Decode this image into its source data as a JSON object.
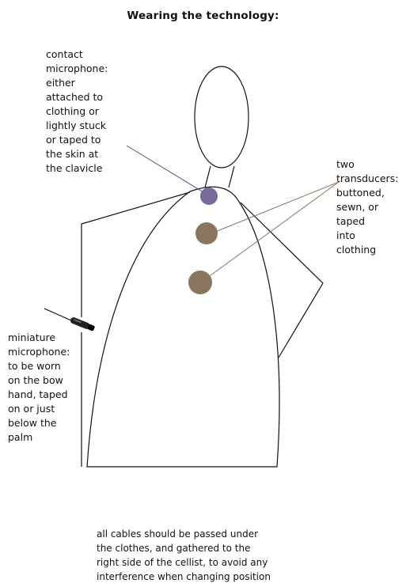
{
  "title": "Wearing the technology:",
  "labels": {
    "contact_mic": [
      "contact",
      "microphone:",
      "either",
      "attached to",
      "clothing or",
      "lightly stuck",
      "or taped to",
      "the skin at",
      "the clavicle"
    ],
    "transducers": [
      "two",
      "transducers:",
      "buttoned,",
      "sewn, or",
      "taped",
      "into",
      "clothing"
    ],
    "mini_mic": [
      "miniature",
      "microphone:",
      "to be worn",
      "on the bow",
      "hand, taped",
      "on or just",
      "below the",
      "palm"
    ],
    "cables": [
      "all cables should be passed under",
      "the clothes, and gathered to the",
      "right side of the cellist, to avoid any",
      "interference when changing position"
    ]
  },
  "colors": {
    "contact_mic_dot": "#776a9c",
    "transducer_dot": "#8a7560",
    "contact_mic_line": "#5a4f86",
    "transducer_line": "#8a7560",
    "outline": "#111111"
  }
}
